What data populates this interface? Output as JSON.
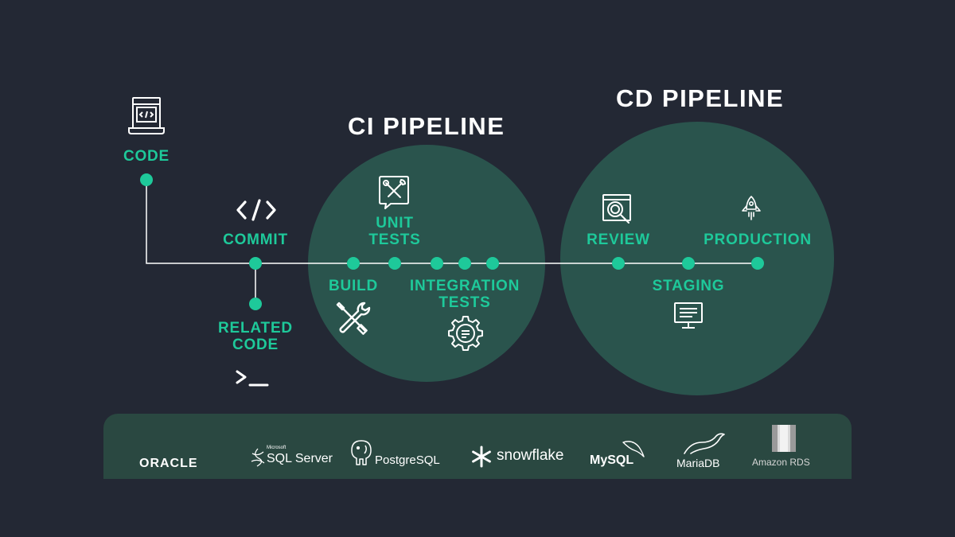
{
  "ci_title": "CI PIPELINE",
  "cd_title": "CD PIPELINE",
  "stages": {
    "code": "CODE",
    "commit": "COMMIT",
    "related_code": [
      "RELATED",
      "CODE"
    ],
    "build": "BUILD",
    "unit_tests": [
      "UNIT",
      "TESTS"
    ],
    "integration_tests": [
      "INTEGRATION",
      "TESTS"
    ],
    "review": "REVIEW",
    "staging": "STAGING",
    "production": "PRODUCTION"
  },
  "databases": {
    "oracle": "ORACLE",
    "sqlserver_small": "Microsoft",
    "sqlserver": "SQL Server",
    "postgres": "PostgreSQL",
    "snowflake": "snowflake",
    "mysql": "MySQL",
    "mariadb": "MariaDB",
    "amazon_rds": "Amazon RDS"
  },
  "icons": {
    "code": "laptop-code-icon",
    "commit": "code-brackets-icon",
    "related_code": "terminal-prompt-icon",
    "build": "wrench-screwdriver-icon",
    "unit_tests": "tools-chat-icon",
    "integration_tests": "gear-chat-icon",
    "review": "search-page-icon",
    "staging": "monitor-icon",
    "production": "rocket-icon"
  },
  "colors": {
    "background": "#232834",
    "accent": "#1ec99a",
    "circle_fill": "#2b5c52",
    "db_bar": "#2a4841",
    "line": "#ffffff"
  }
}
